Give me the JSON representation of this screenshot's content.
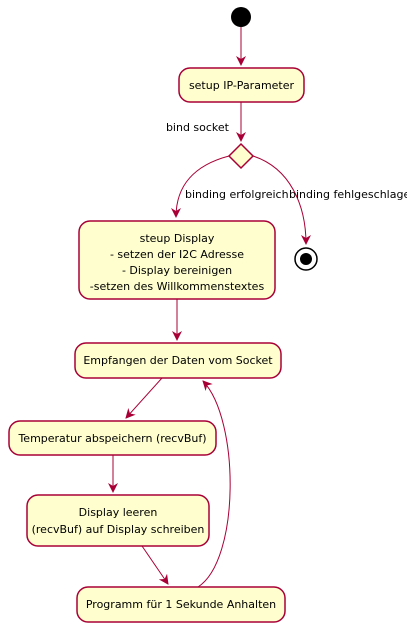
{
  "diagram": {
    "nodes": {
      "setup_ip": "setup IP-Parameter",
      "display_setup": {
        "lines": [
          "steup Display",
          "- setzen der I2C Adresse",
          "- Display bereinigen",
          "-setzen des Willkommenstextes"
        ]
      },
      "receive": "Empfangen der Daten vom Socket",
      "store_temp": "Temperatur abspeichern (recvBuf)",
      "display_write": {
        "lines": [
          "Display leeren",
          "(recvBuf) auf Display schreiben"
        ]
      },
      "pause": "Programm für 1 Sekunde Anhalten"
    },
    "labels": {
      "bind_socket": "bind socket",
      "binding_success": "binding erfolgreich",
      "binding_failed": "binding fehlgeschlagen"
    },
    "colors": {
      "node_fill": "#FEFECE",
      "node_border": "#A80036",
      "arrow": "#A80036",
      "start": "#000000"
    }
  }
}
